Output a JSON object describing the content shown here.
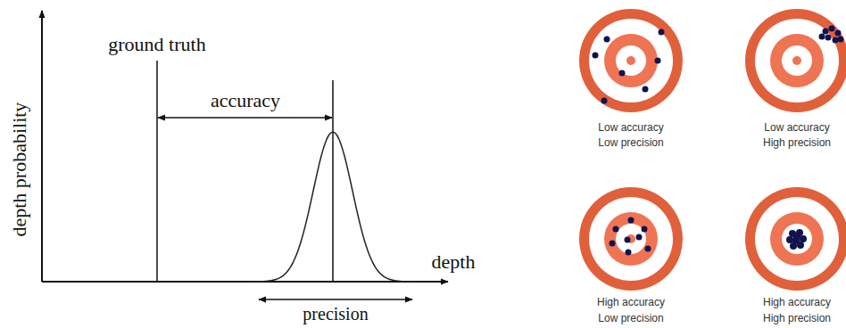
{
  "diagram": {
    "labels": [
      "ground truth",
      "depth probability",
      "accuracy",
      "depth",
      "precision",
      "Low accuracy Low precision",
      "Low accuracy High precision",
      "High accuracy Low precision",
      "High accuracy High precision"
    ]
  }
}
